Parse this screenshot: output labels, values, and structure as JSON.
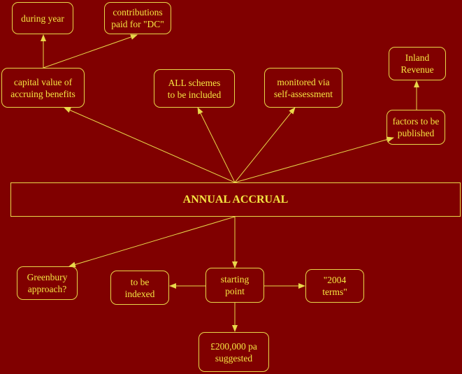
{
  "nodes": {
    "during_year": "during year",
    "contributions": "contributions\npaid for \"DC\"",
    "capital_value": "capital value of\naccruing benefits",
    "all_schemes": "ALL schemes\nto be included",
    "monitored": "monitored via\nself-assessment",
    "inland_revenue": "Inland\nRevenue",
    "factors": "factors to be\npublished",
    "annual_accrual": "ANNUAL ACCRUAL",
    "greenbury": "Greenbury\napproach?",
    "indexed": "to be\nindexed",
    "starting_point": "starting\npoint",
    "terms_2004": "\"2004\nterms\"",
    "suggested": "£200,000 pa\nsuggested"
  },
  "colors": {
    "background": "#800000",
    "line": "#e8d84a",
    "text": "#f5e642"
  }
}
